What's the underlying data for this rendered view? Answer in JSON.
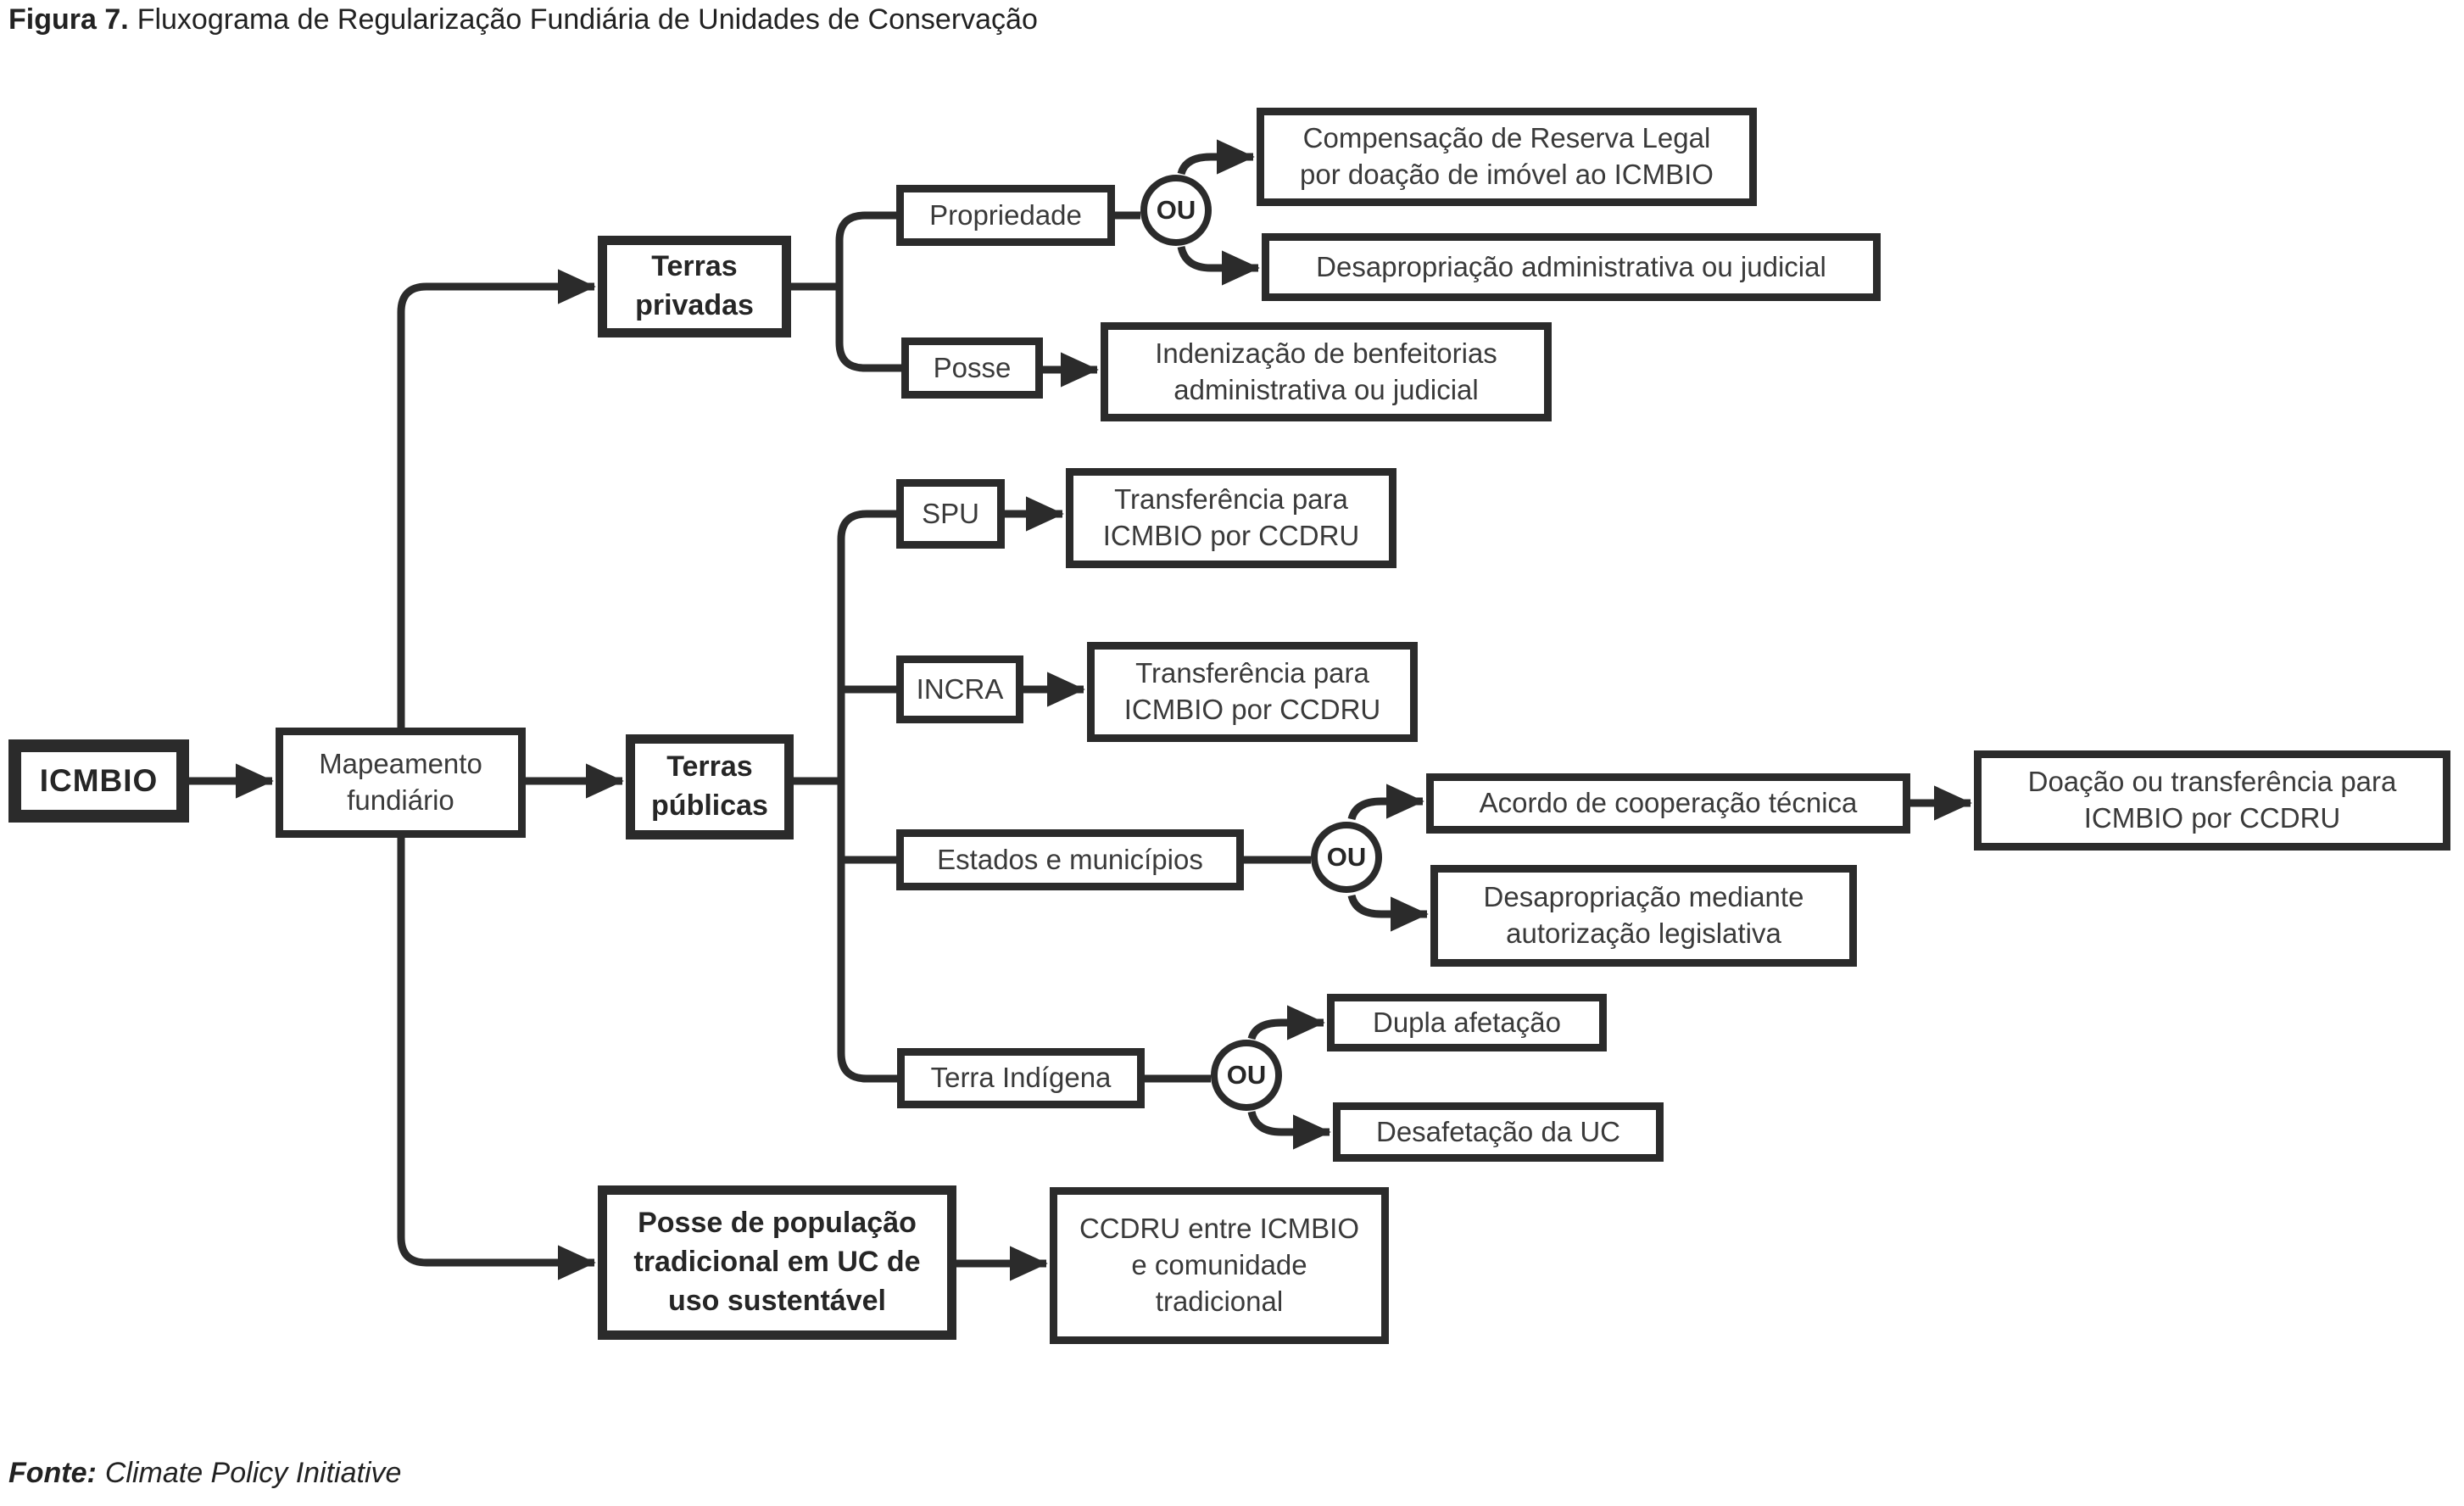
{
  "figure": {
    "title_prefix": "Figura 7.",
    "title": "Fluxograma de Regularização Fundiária de Unidades de Conservação",
    "source_prefix": "Fonte:",
    "source": "Climate Policy Initiative"
  },
  "junction_label": "OU",
  "colors": {
    "line": "#2b2b2b",
    "background": "#ffffff"
  },
  "nodes": {
    "icmbio": {
      "label": "ICMBIO"
    },
    "mapeamento": {
      "label": "Mapeamento\nfundiário"
    },
    "terras_privadas": {
      "label": "Terras\nprivadas"
    },
    "propriedade": {
      "label": "Propriedade"
    },
    "compensacao": {
      "label": "Compensação de Reserva Legal\npor doação de imóvel ao ICMBIO"
    },
    "desapropriacao_adm": {
      "label": "Desapropriação administrativa ou judicial"
    },
    "posse": {
      "label": "Posse"
    },
    "indenizacao": {
      "label": "Indenização de benfeitorias\nadministrativa ou judicial"
    },
    "terras_publicas": {
      "label": "Terras\npúblicas"
    },
    "spu": {
      "label": "SPU"
    },
    "transferencia_spu": {
      "label": "Transferência para\nICMBIO por CCDRU"
    },
    "incra": {
      "label": "INCRA"
    },
    "transferencia_incra": {
      "label": "Transferência para\nICMBIO por CCDRU"
    },
    "estados_municipios": {
      "label": "Estados e municípios"
    },
    "acordo": {
      "label": "Acordo de cooperação técnica"
    },
    "desapropriacao_mediante": {
      "label": "Desapropriação mediante\nautorização legislativa"
    },
    "doacao": {
      "label": "Doação ou transferência para\nICMBIO por CCDRU"
    },
    "terra_indigena": {
      "label": "Terra Indígena"
    },
    "dupla_afetacao": {
      "label": "Dupla afetação"
    },
    "desafetacao": {
      "label": "Desafetação da UC"
    },
    "posse_populacao": {
      "label": "Posse de população\ntradicional em UC de\nuso sustentável"
    },
    "ccdru_comunidade": {
      "label": "CCDRU entre ICMBIO\ne comunidade\ntradicional"
    }
  }
}
